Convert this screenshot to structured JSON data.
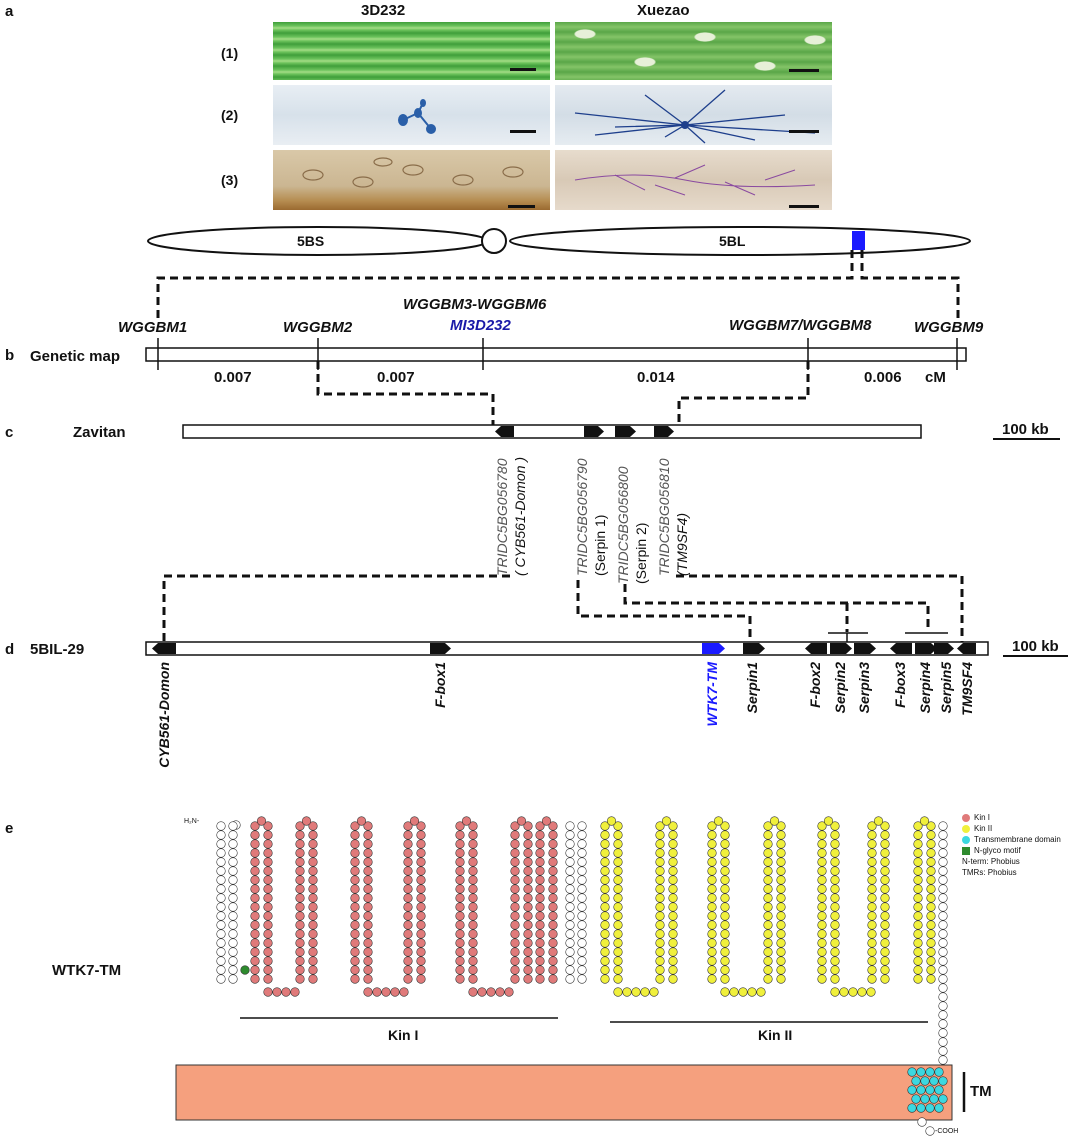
{
  "panels": {
    "a": "a",
    "b": "b",
    "c": "c",
    "d": "d",
    "e": "e"
  },
  "panel_a": {
    "col_left": "3D232",
    "col_right": "Xuezao",
    "rows": [
      "(1)",
      "(2)",
      "(3)"
    ],
    "chromosome": {
      "short_arm": "5BS",
      "long_arm": "5BL"
    }
  },
  "panel_b": {
    "title": "Genetic map",
    "markers": [
      "WGGBM1",
      "WGGBM2",
      "WGGBM3-WGGBM6",
      "WGGBM7/WGGBM8",
      "WGGBM9"
    ],
    "locus": "MI3D232",
    "distances": [
      "0.007",
      "0.007",
      "0.014",
      "0.006"
    ],
    "unit": "cM",
    "locus_color": "#1a1aa8"
  },
  "panel_c": {
    "title": "Zavitan",
    "scale": "100 kb",
    "genes": [
      {
        "id": "TRIDC5BG056780",
        "desc": "( CYB561-Domon )"
      },
      {
        "id": "TRIDC5BG056790",
        "desc": "(Serpin 1)"
      },
      {
        "id": "TRIDC5BG056800",
        "desc": "(Serpin 2)"
      },
      {
        "id": "TRIDC5BG056810",
        "desc": "(TM9SF4)"
      }
    ]
  },
  "panel_d": {
    "title": "5BIL-29",
    "scale": "100 kb",
    "genes": [
      "CYB561-Domon",
      "F-box1",
      "WTK7-TM",
      "Serpin1",
      "F-box2",
      "Serpin2",
      "Serpin3",
      "F-box3",
      "Serpin4",
      "Serpin5",
      "TM9SF4"
    ],
    "candidate_color": "#1a1aff"
  },
  "panel_e": {
    "protein": "WTK7-TM",
    "n_term": "H₂N-",
    "c_term": "-COOH",
    "domains": [
      "Kin I",
      "Kin II"
    ],
    "tm_label": "TM",
    "legend": [
      {
        "label": "Kin I",
        "color": "#e07a7a"
      },
      {
        "label": "Kin II",
        "color": "#f0f03c"
      },
      {
        "label": "Transmembrane domain",
        "color": "#3cd8e0"
      },
      {
        "label": "N-glyco motif",
        "color": "#2e8b2e"
      },
      {
        "label": "N-term: Phobius"
      },
      {
        "label": "TMRs: Phobius"
      }
    ],
    "membrane_color": "#f5a07e"
  }
}
